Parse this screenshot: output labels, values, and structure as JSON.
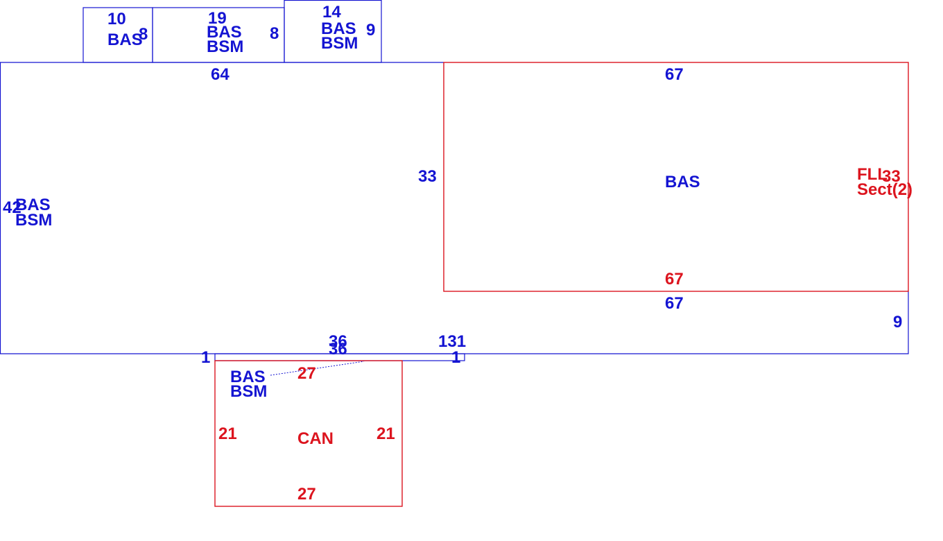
{
  "colors": {
    "main": "#1414d2",
    "addition": "#dc141e"
  },
  "bay_left": {
    "dim_top": "10",
    "dim_side": "8",
    "code": "BAS"
  },
  "bay_mid": {
    "dim_top": "19",
    "dim_side": "8",
    "code1": "BAS",
    "code2": "BSM"
  },
  "bay_right": {
    "dim_top": "14",
    "dim_side": "9",
    "code1": "BAS",
    "code2": "BSM"
  },
  "main_block": {
    "dim_top": "64",
    "dim_left": "42",
    "code1": "BAS",
    "code2": "BSM",
    "dim_inner": "33"
  },
  "upper_right": {
    "dim_top": "67",
    "code": "BAS",
    "dim_bottom": "67",
    "dim_right": "33",
    "tag1": "FLL",
    "tag2": "Sect(2)"
  },
  "lower_right": {
    "dim_top": "67",
    "dim_right": "9",
    "dim_bottom_a": "131",
    "dim_bottom_b": "1"
  },
  "strip": {
    "dim_left": "1",
    "dim_top": "36",
    "dim_bottom": "36"
  },
  "canopy": {
    "dim_top": "27",
    "dim_left": "21",
    "dim_right": "21",
    "code": "CAN",
    "dim_bottom": "27",
    "link_code1": "BAS",
    "link_code2": "BSM"
  }
}
